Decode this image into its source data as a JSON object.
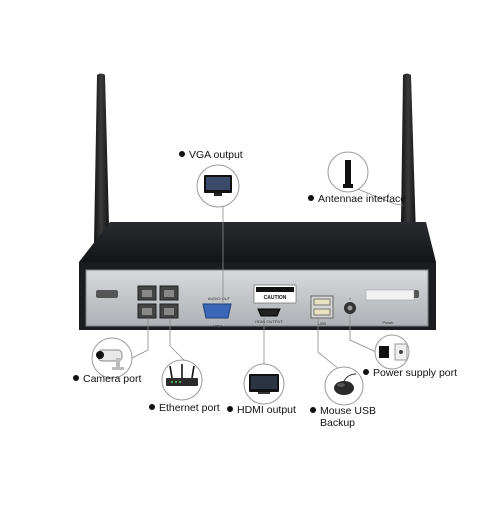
{
  "callouts": {
    "vga_output": "VGA output",
    "antennae_interface": "Antennae interface",
    "camera_port": "Camera port",
    "ethernet_port": "Ethernet port",
    "hdmi_output": "HDMI output",
    "mouse_usb": "Mouse USB",
    "backup": "Backup",
    "power_supply_port": "Power supply port"
  },
  "device_labels": {
    "caution": "CAUTION",
    "vga": "VGA",
    "hdmi": "HDMI OUTPUT",
    "audio_out": "AUDIO OUT",
    "usb": "USB",
    "power": "Power"
  },
  "colors": {
    "device_body": "#1c1d20",
    "panel_face": "#c9ccd0",
    "line": "#8a8a8a",
    "vga_blue": "#3b67b8"
  }
}
